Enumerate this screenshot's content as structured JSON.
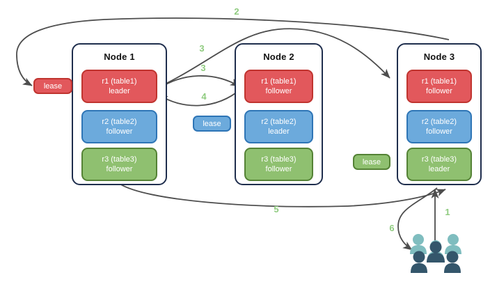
{
  "diagram": {
    "title": "distributed-range-lease-flow",
    "colors": {
      "replica_r1": "#E2585C",
      "replica_r2": "#6CAADC",
      "replica_r3": "#8FC070",
      "node_border": "#1F2E4D",
      "arrow": "#4D4D4D",
      "step_label": "#8FCB7F",
      "people_light": "#7FBDBF",
      "people_dark": "#34566B"
    },
    "nodes": [
      {
        "id": "node1",
        "title": "Node 1",
        "replicas": [
          {
            "id": "r1",
            "name": "r1 (table1)",
            "role": "leader",
            "color": "red"
          },
          {
            "id": "r2",
            "name": "r2 (table2)",
            "role": "follower",
            "color": "blue"
          },
          {
            "id": "r3",
            "name": "r3 (table3)",
            "role": "follower",
            "color": "green"
          }
        ]
      },
      {
        "id": "node2",
        "title": "Node 2",
        "replicas": [
          {
            "id": "r1",
            "name": "r1 (table1)",
            "role": "follower",
            "color": "red"
          },
          {
            "id": "r2",
            "name": "r2 (table2)",
            "role": "leader",
            "color": "blue"
          },
          {
            "id": "r3",
            "name": "r3 (table3)",
            "role": "follower",
            "color": "green"
          }
        ]
      },
      {
        "id": "node3",
        "title": "Node 3",
        "replicas": [
          {
            "id": "r1",
            "name": "r1 (table1)",
            "role": "follower",
            "color": "red"
          },
          {
            "id": "r2",
            "name": "r2 (table2)",
            "role": "follower",
            "color": "blue"
          },
          {
            "id": "r3",
            "name": "r3 (table3)",
            "role": "leader",
            "color": "green"
          }
        ]
      }
    ],
    "leases": [
      {
        "id": "lease-r1",
        "label": "lease",
        "color": "red"
      },
      {
        "id": "lease-r2",
        "label": "lease",
        "color": "blue"
      },
      {
        "id": "lease-r3",
        "label": "lease",
        "color": "green"
      }
    ],
    "steps": [
      {
        "id": "step-1",
        "label": "1"
      },
      {
        "id": "step-2",
        "label": "2"
      },
      {
        "id": "step-3a",
        "label": "3"
      },
      {
        "id": "step-3b",
        "label": "3"
      },
      {
        "id": "step-4",
        "label": "4"
      },
      {
        "id": "step-5",
        "label": "5"
      },
      {
        "id": "step-6",
        "label": "6"
      }
    ],
    "actor": {
      "id": "clients",
      "icon": "people-group-icon"
    }
  }
}
